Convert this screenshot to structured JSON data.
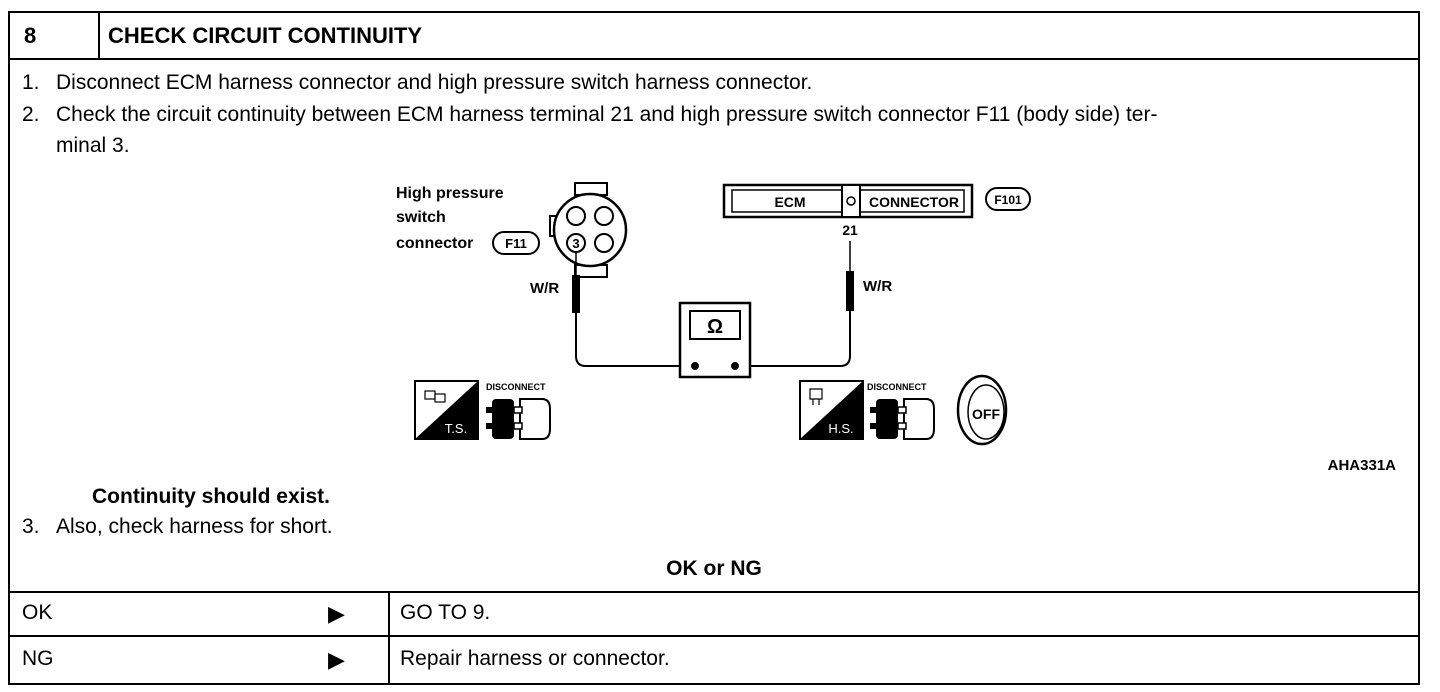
{
  "header": {
    "step_number": "8",
    "title": "CHECK CIRCUIT CONTINUITY"
  },
  "steps": [
    {
      "num": "1.",
      "lines": [
        "Disconnect ECM harness connector and high pressure switch harness connector."
      ]
    },
    {
      "num": "2.",
      "lines": [
        "Check the circuit continuity between ECM harness terminal 21 and high pressure switch connector F11 (body side) ter-",
        "minal 3."
      ]
    },
    {
      "num": "3.",
      "lines": [
        "Also, check harness for short."
      ]
    }
  ],
  "diagram": {
    "switch_label_lines": [
      "High pressure",
      "switch",
      "connector"
    ],
    "switch_connector_id": "F11",
    "switch_terminal": "3",
    "ecm_label": "ECM",
    "connector_label": "CONNECTOR",
    "ecm_connector_id": "F101",
    "ecm_terminal": "21",
    "wire_left": "W/R",
    "wire_right": "W/R",
    "ohm_symbol": "Ω",
    "disconnect_label_left": "DISCONNECT",
    "disconnect_label_right": "DISCONNECT",
    "ts_label": "T.S.",
    "hs_label": "H.S.",
    "off_label": "OFF",
    "figure_ref": "AHA331A"
  },
  "spec": "Continuity should exist.",
  "result_title": "OK or NG",
  "results": [
    {
      "label": "OK",
      "action": "GO TO 9."
    },
    {
      "label": "NG",
      "action": "Repair harness or connector."
    }
  ]
}
